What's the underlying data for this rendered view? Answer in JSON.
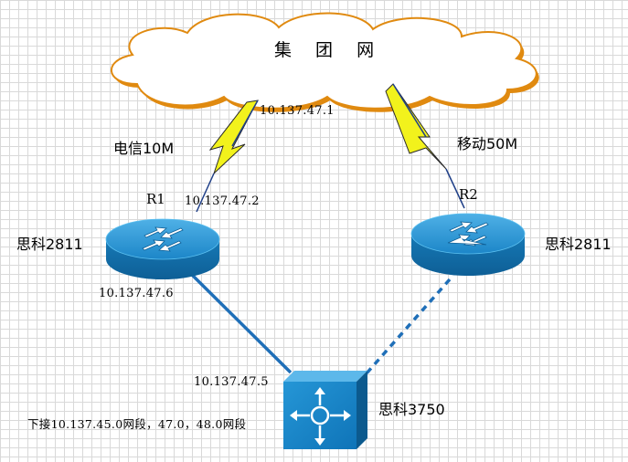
{
  "cloud": {
    "label": "集 团 网",
    "ip": "10.137.47.1"
  },
  "links": {
    "telecom": "电信10M",
    "mobile": "移动50M"
  },
  "r1": {
    "name": "R1",
    "model": "思科2811",
    "wan_ip": "10.137.47.2",
    "lan_ip": "10.137.47.6"
  },
  "r2": {
    "name": "R2",
    "model": "思科2811"
  },
  "switch": {
    "model": "思科3750",
    "ip": "10.137.47.5",
    "note": "下接10.137.45.0网段，47.0，48.0网段"
  },
  "colors": {
    "cloud_outline": "#e08a10",
    "lightning_fill": "#f2f21c",
    "router_blue": "#1a84c4",
    "link_blue": "#1f6fb8"
  }
}
